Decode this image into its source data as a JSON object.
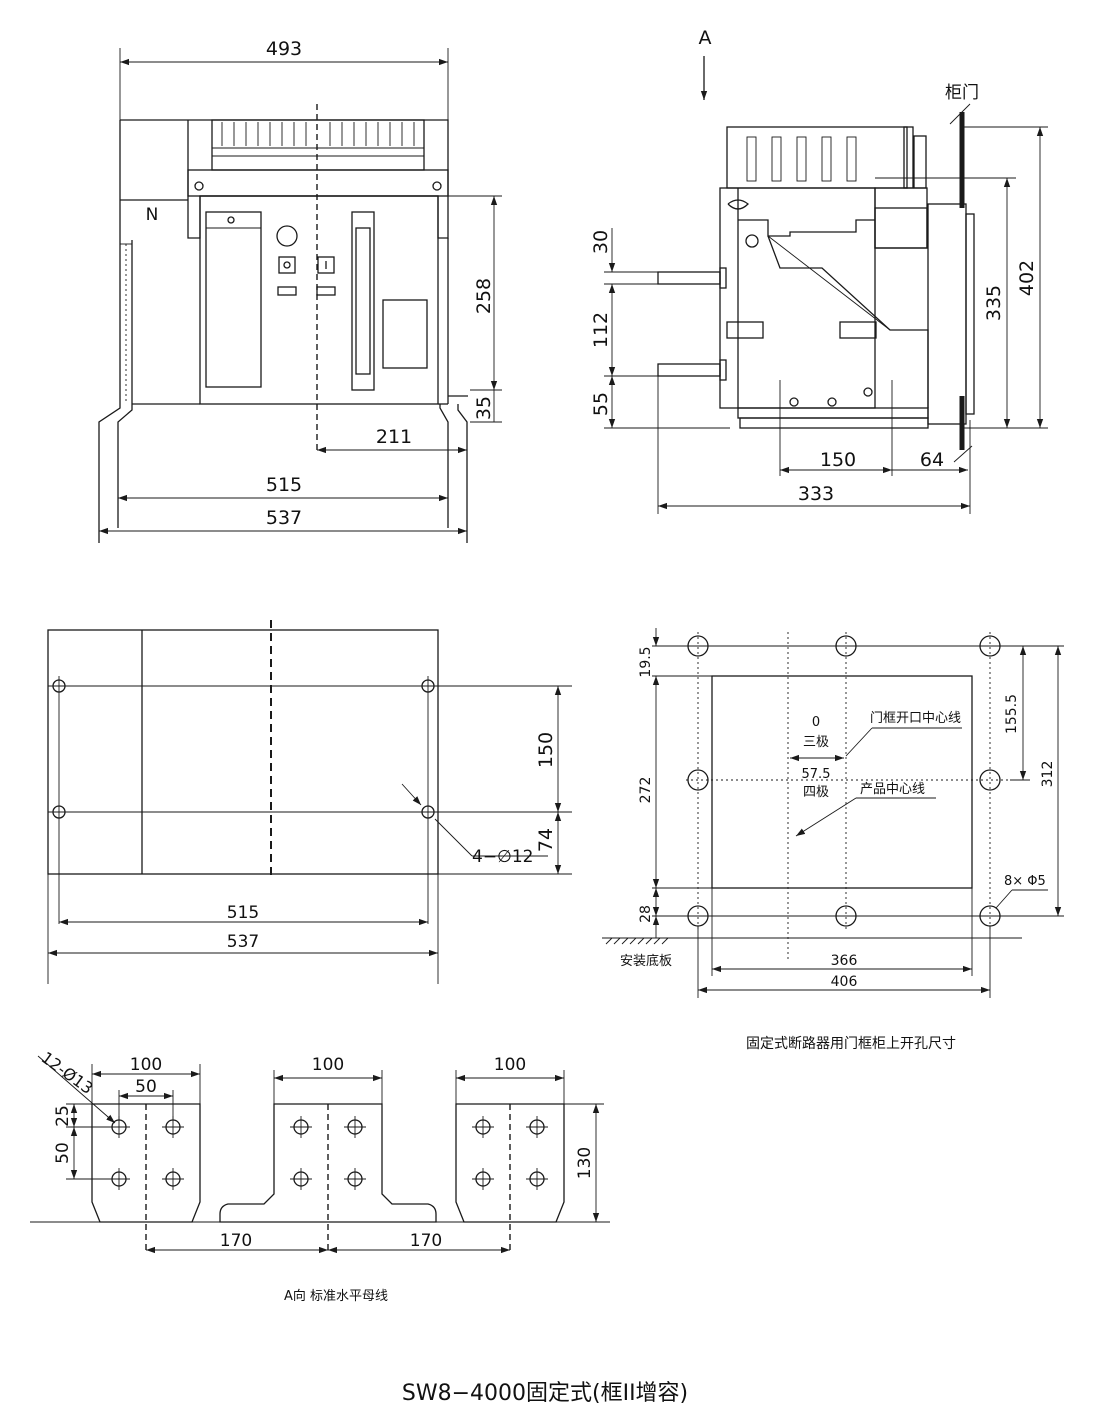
{
  "side_view": {
    "view_marker": "A",
    "door_label": "柜门",
    "dim_30": "30",
    "dim_112": "112",
    "dim_55": "55",
    "dim_335": "335",
    "dim_402": "402",
    "dim_150": "150",
    "dim_64": "64",
    "dim_333": "333"
  },
  "front_view": {
    "dim_top": "493",
    "neutral_label": "N",
    "dim_258": "258",
    "dim_35": "35",
    "dim_211": "211",
    "dim_515": "515",
    "dim_537": "537"
  },
  "mount_view": {
    "dim_150": "150",
    "dim_74": "74",
    "hole_note": "4−∅12",
    "dim_515": "515",
    "dim_537": "537"
  },
  "cutout_view": {
    "dim_19_5": "19.5",
    "dim_272": "272",
    "dim_28": "28",
    "dim_155_5": "155.5",
    "dim_312": "312",
    "label_zero": "0",
    "label_three_pole": "三极",
    "label_57_5": "57.5",
    "label_four_pole": "四极",
    "label_door_center": "门框开口中心线",
    "label_product_center": "产品中心线",
    "hole_note": "8× Φ5",
    "label_base": "安装底板",
    "dim_366": "366",
    "dim_406": "406",
    "caption": "固定式断路器用门框柜上开孔尺寸"
  },
  "busbar_view": {
    "hole_note": "12-Ø13",
    "dim_100_a": "100",
    "dim_50_w": "50",
    "dim_25": "25",
    "dim_50_h": "50",
    "dim_100_b": "100",
    "dim_100_c": "100",
    "dim_130": "130",
    "dim_170_a": "170",
    "dim_170_b": "170",
    "caption": "A向  标准水平母线"
  },
  "page_title": "SW8−4000固定式(框II增容)"
}
